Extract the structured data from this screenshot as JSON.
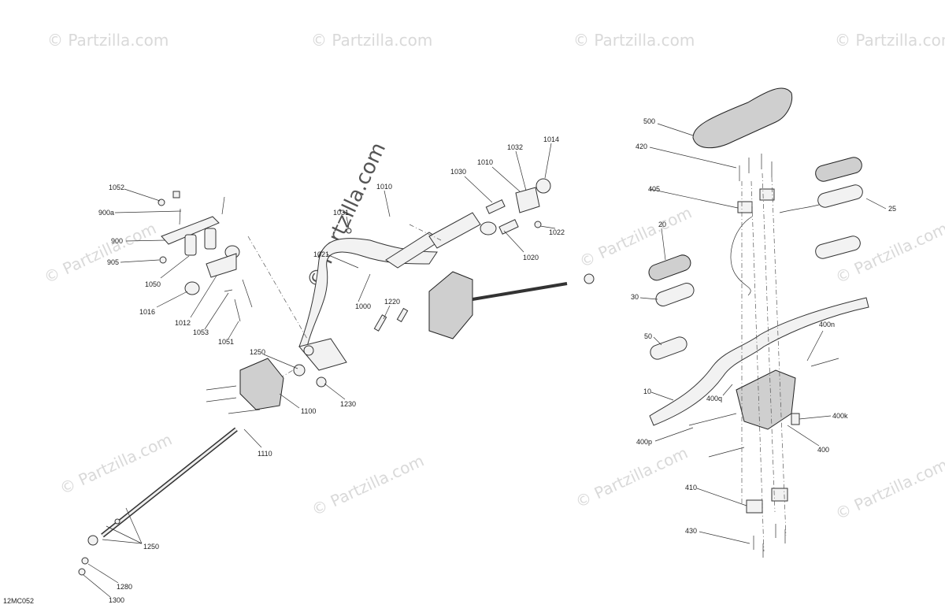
{
  "diagram_code": "12MC052",
  "watermark": {
    "text": "© Partzilla.com",
    "center_text": "© Partzilla.com"
  },
  "callouts": {
    "c1052": "1052",
    "c900a": "900a",
    "c900": "900",
    "c905": "905",
    "c1050": "1050",
    "c1016": "1016",
    "c1012": "1012",
    "c1053": "1053",
    "c1051": "1051",
    "c1031": "1031",
    "c1010a": "1010",
    "c1021": "1021",
    "c1000": "1000",
    "c1220": "1220",
    "c1030": "1030",
    "c1010b": "1010",
    "c1032": "1032",
    "c1014": "1014",
    "c1022": "1022",
    "c1020": "1020",
    "c1250a": "1250",
    "c1100": "1100",
    "c1230": "1230",
    "c1110": "1110",
    "c1250b": "1250",
    "c1280": "1280",
    "c1300": "1300",
    "c500": "500",
    "c420": "420",
    "c405": "405",
    "c25": "25",
    "c20": "20",
    "c30": "30",
    "c50": "50",
    "c10": "10",
    "c400n": "400n",
    "c400q": "400q",
    "c400k": "400k",
    "c400p": "400p",
    "c400": "400",
    "c410": "410",
    "c430": "430"
  }
}
